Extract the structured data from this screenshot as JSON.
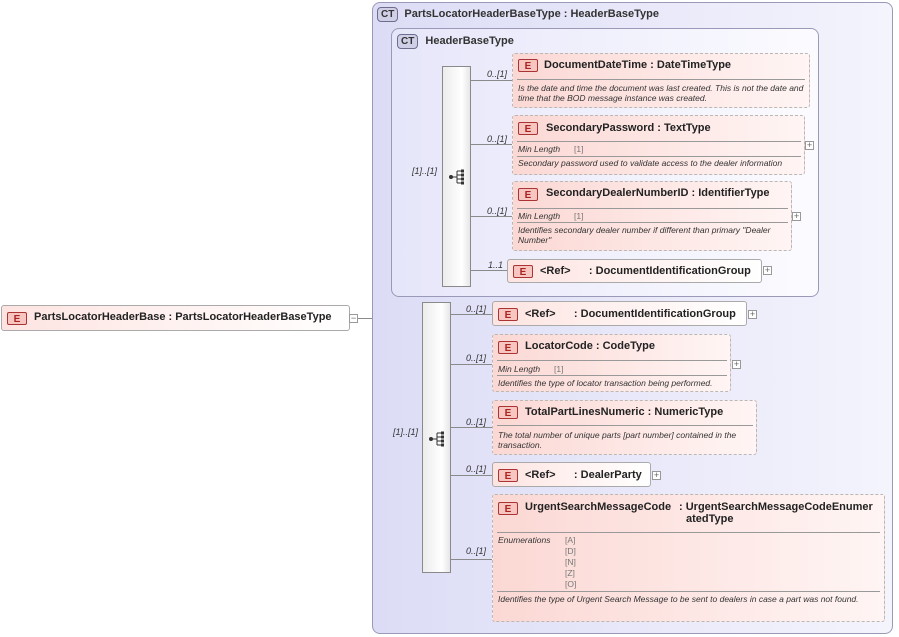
{
  "root": {
    "badge": "E",
    "title": "PartsLocatorHeaderBase : PartsLocatorHeaderBaseType",
    "expander": "−"
  },
  "complex_outer": {
    "badge": "CT",
    "title": "PartsLocatorHeaderBaseType : HeaderBaseType"
  },
  "complex_inner": {
    "badge": "CT",
    "title": "HeaderBaseType"
  },
  "sequences": [
    {
      "occurrence": "[1]..[1]"
    },
    {
      "occurrence": "[1]..[1]"
    }
  ],
  "header_elements": [
    {
      "occurrence": "0..[1]",
      "badge": "E",
      "title": "DocumentDateTime : DateTimeType",
      "description": "Is the date and time the document was last created. This is not the date and time that the BOD message instance was created."
    },
    {
      "occurrence": "0..[1]",
      "badge": "E",
      "title": "SecondaryPassword : TextType",
      "facet_label": "Min Length",
      "facet_value": "[1]",
      "description": "Secondary password used to validate access to the dealer information"
    },
    {
      "occurrence": "0..[1]",
      "badge": "E",
      "title": "SecondaryDealerNumberID : IdentifierType",
      "facet_label": "Min Length",
      "facet_value": "[1]",
      "description": "Identifies secondary dealer number if different than primary \"Dealer Number\""
    },
    {
      "occurrence": "1..1",
      "badge": "E",
      "title": "<Ref>      : DocumentIdentificationGroup"
    }
  ],
  "body_elements": [
    {
      "occurrence": "0..[1]",
      "badge": "E",
      "title": "<Ref>      : DocumentIdentificationGroup"
    },
    {
      "occurrence": "0..[1]",
      "badge": "E",
      "title": "LocatorCode : CodeType",
      "facet_label": "Min Length",
      "facet_value": "[1]",
      "description": "Identifies the type of locator transaction being performed."
    },
    {
      "occurrence": "0..[1]",
      "badge": "E",
      "title": "TotalPartLinesNumeric : NumericType",
      "description": "The total number of unique parts [part number] contained in the transaction."
    },
    {
      "occurrence": "0..[1]",
      "badge": "E",
      "title": "<Ref>      : DealerParty"
    },
    {
      "occurrence": "0..[1]",
      "badge": "E",
      "title_name": "UrgentSearchMessageCode",
      "title_type_1": ": UrgentSearchMessageCodeEnumer",
      "title_type_2": "atedType",
      "facet_label": "Enumerations",
      "enumerations": [
        "[A]",
        "[D]",
        "[N]",
        "[Z]",
        "[O]"
      ],
      "description": "Identifies the type of Urgent Search Message to be sent to dealers in case a part was not found."
    }
  ],
  "expander_symbol": "+"
}
